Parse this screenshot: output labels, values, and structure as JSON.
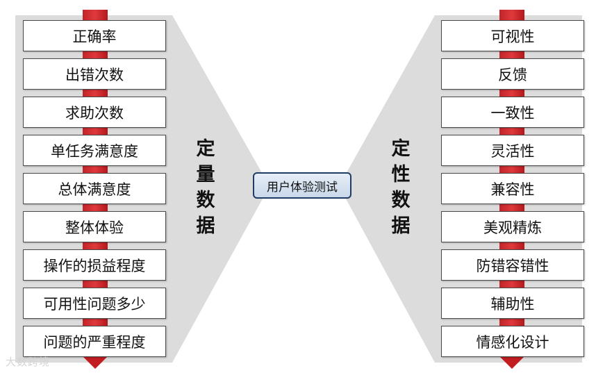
{
  "center": {
    "label": "用户体验测试"
  },
  "left": {
    "title_chars": [
      "定",
      "量",
      "数",
      "据"
    ],
    "items": [
      "正确率",
      "出错次数",
      "求助次数",
      "单任务满意度",
      "总体满意度",
      "整体体验",
      "操作的损益程度",
      "可用性问题多少",
      "问题的严重程度"
    ]
  },
  "right": {
    "title_chars": [
      "定",
      "性",
      "数",
      "据"
    ],
    "items": [
      "可视性",
      "反馈",
      "一致性",
      "灵活性",
      "兼容性",
      "美观精炼",
      "防错容错性",
      "辅助性",
      "情感化设计"
    ]
  },
  "watermark": {
    "text": "大数跨境"
  },
  "colors": {
    "accent_red": "#d0262a",
    "panel_gray": "#dcdcdc",
    "center_border": "#1f3d63"
  }
}
